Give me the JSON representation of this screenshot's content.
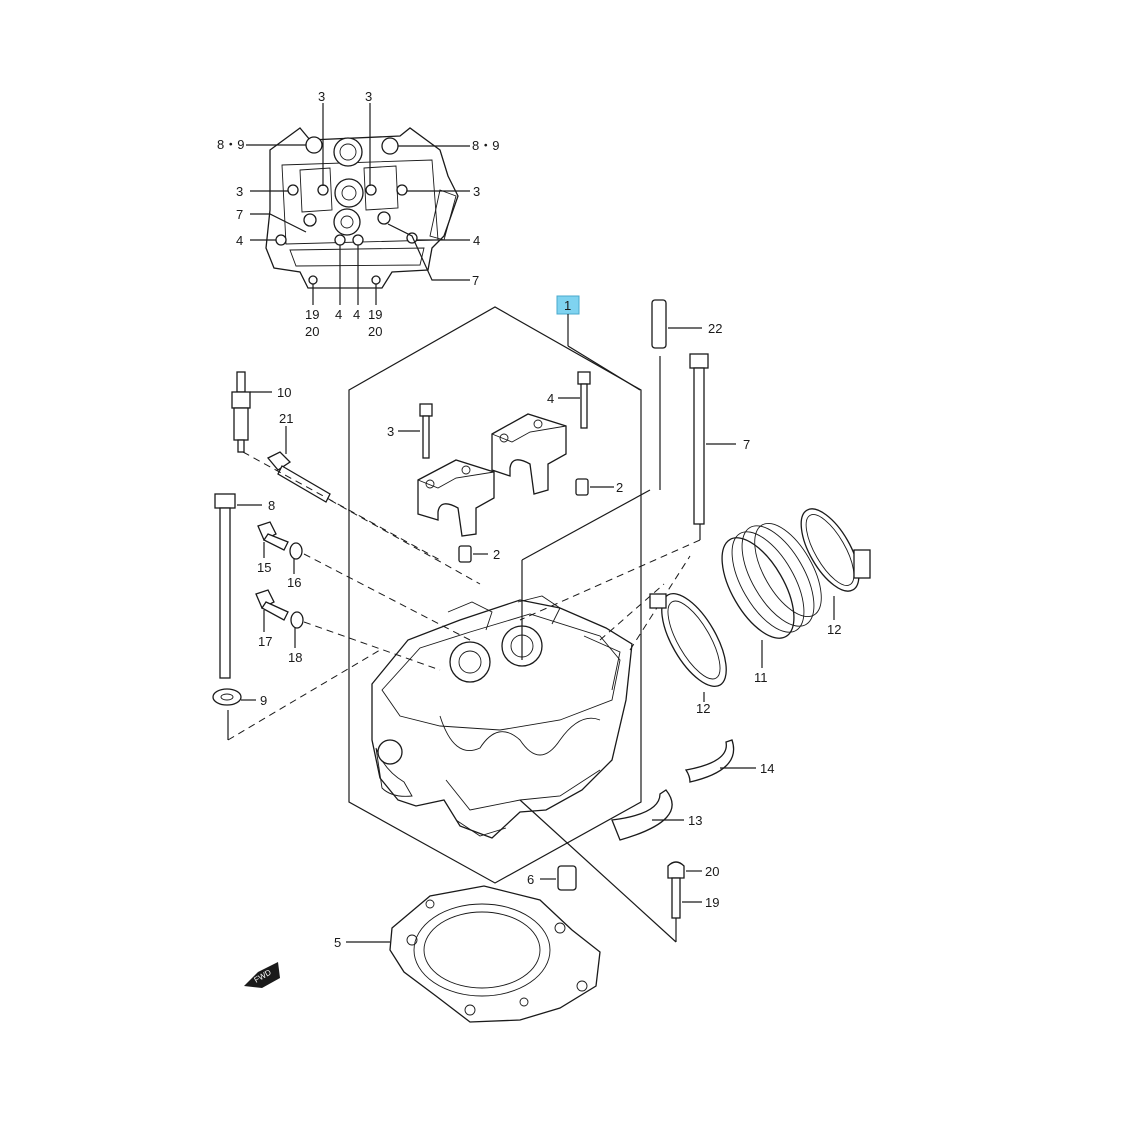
{
  "diagram": {
    "highlight_label": "1",
    "fwd_label": "FWD",
    "callouts": {
      "top_3a": "3",
      "top_3b": "3",
      "top_89_left": "8・9",
      "top_89_right": "8・9",
      "top_3_left": "3",
      "top_3_right": "3",
      "top_7_left": "7",
      "top_7_right": "7",
      "top_4_left": "4",
      "top_4_right": "4",
      "bottom_19_left": "19",
      "bottom_20_left": "20",
      "bottom_4a": "4",
      "bottom_4b": "4",
      "bottom_19_right": "19",
      "bottom_20_right": "20",
      "p22": "22",
      "p10": "10",
      "p21": "21",
      "p4_bolt": "4",
      "p3_bolt": "3",
      "p7_stud": "7",
      "p2_upper": "2",
      "p8": "8",
      "p2_lower": "2",
      "p15": "15",
      "p16": "16",
      "p17": "17",
      "p18": "18",
      "p9": "9",
      "p12_right": "12",
      "p11": "11",
      "p12_lower": "12",
      "p14": "14",
      "p13": "13",
      "p20": "20",
      "p6": "6",
      "p19": "19",
      "p5": "5"
    }
  }
}
